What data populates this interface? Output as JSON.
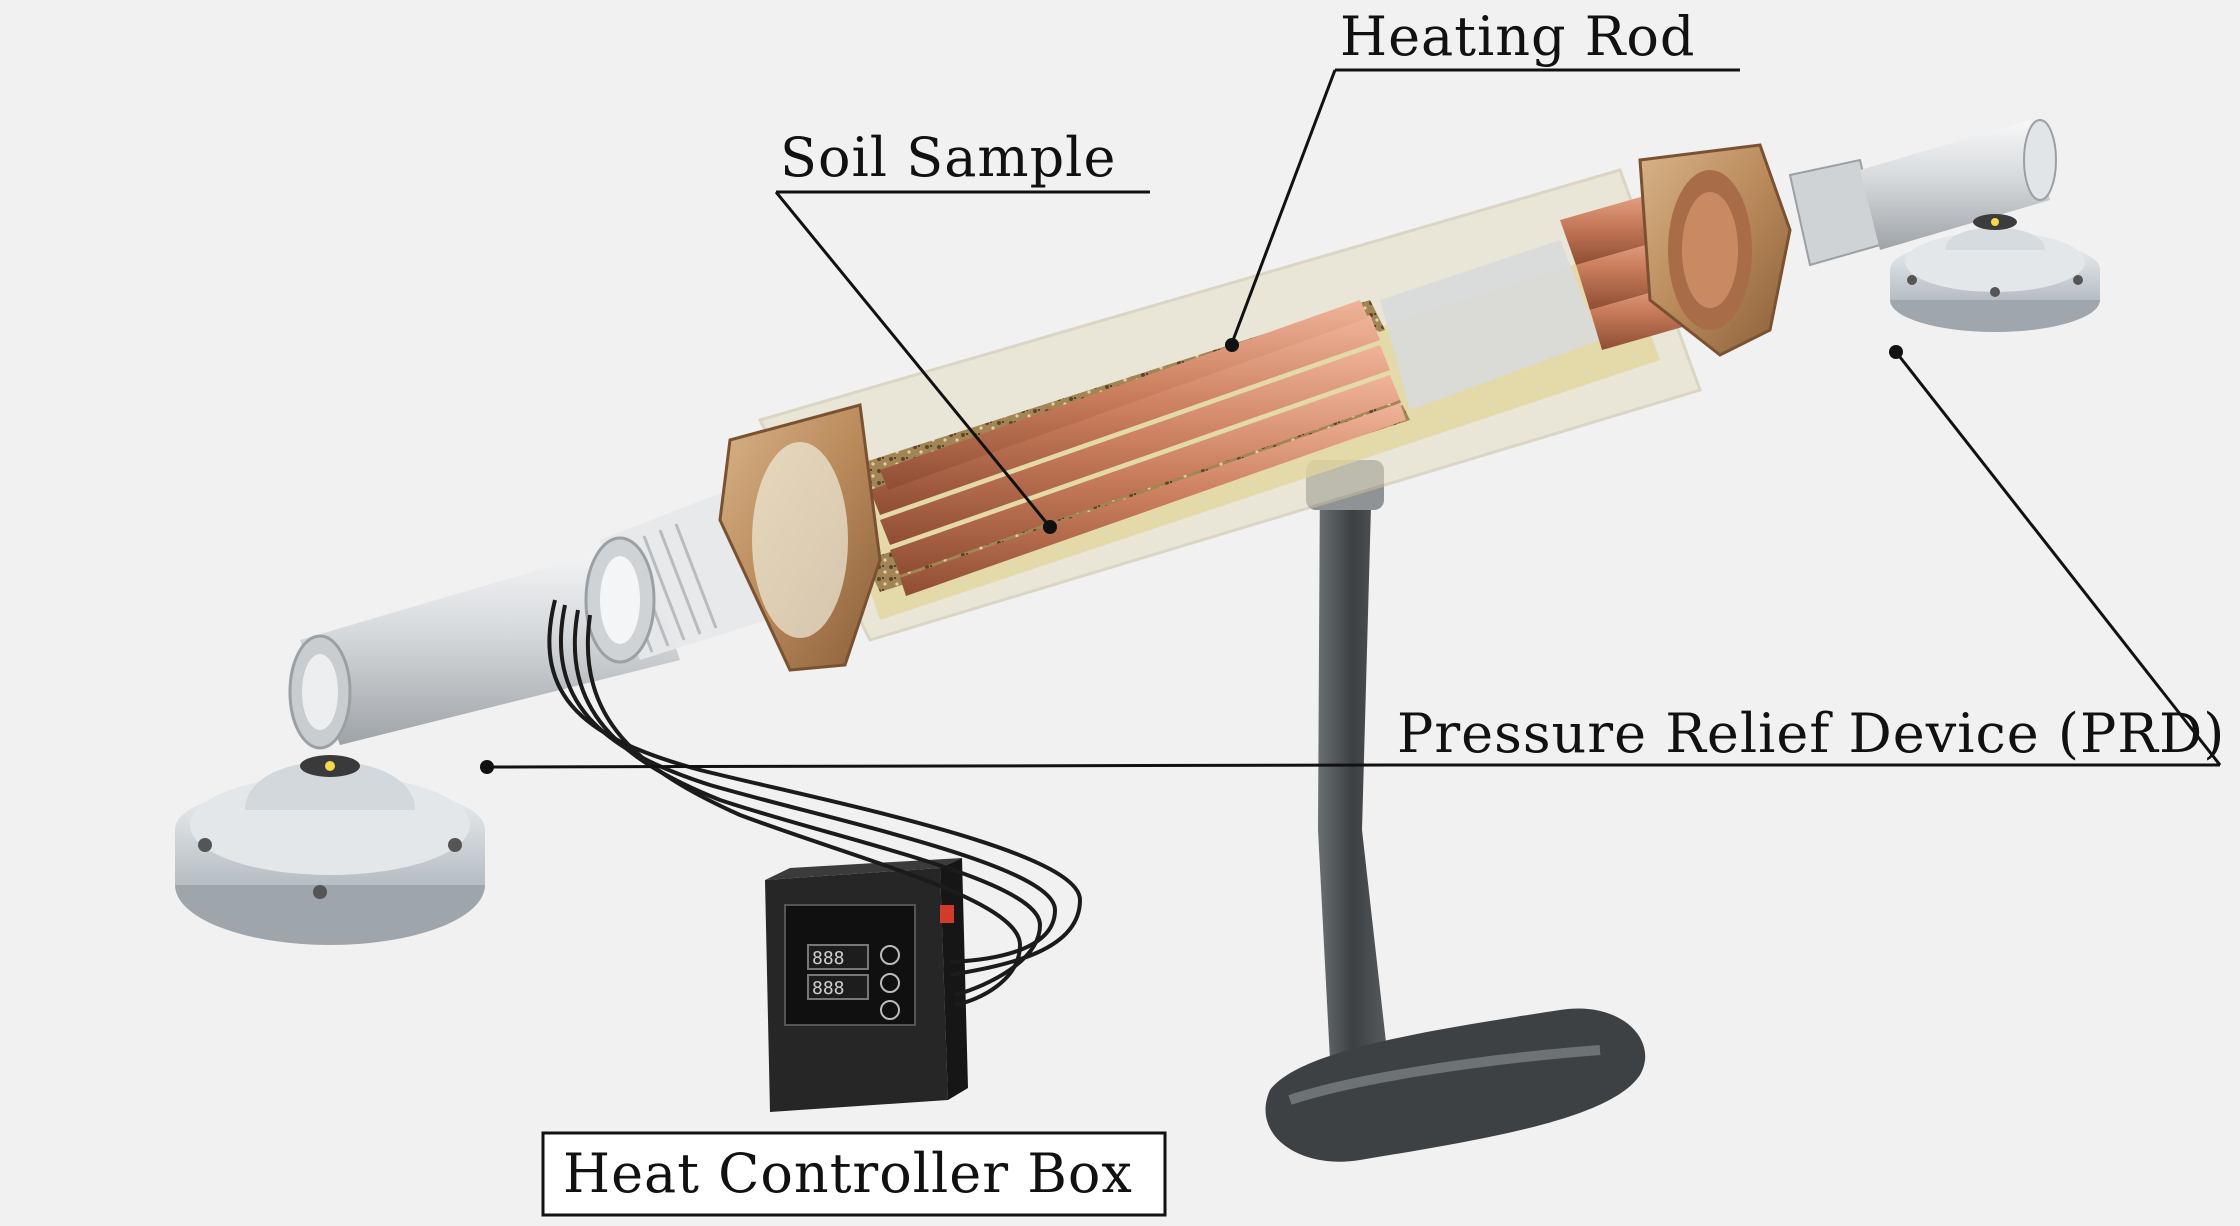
{
  "labels": {
    "heating_rod": "Heating Rod",
    "soil_sample": "Soil Sample",
    "prd": "Pressure Relief Device (PRD)",
    "heat_controller": "Heat Controller Box"
  },
  "colors": {
    "background": "#f1f1f1",
    "copper": "#c97d5c",
    "brass": "#b98a5e",
    "steel": "#d9dcdf",
    "soil": "#8a6a3d",
    "prd_cap": "#d3d8dc",
    "stand": "#4a4e51",
    "controller": "#2a2a2a",
    "leader_line": "#111111"
  },
  "icons": {
    "prd_device": "round-cap-device",
    "controller_display": "seven-segment-display"
  }
}
